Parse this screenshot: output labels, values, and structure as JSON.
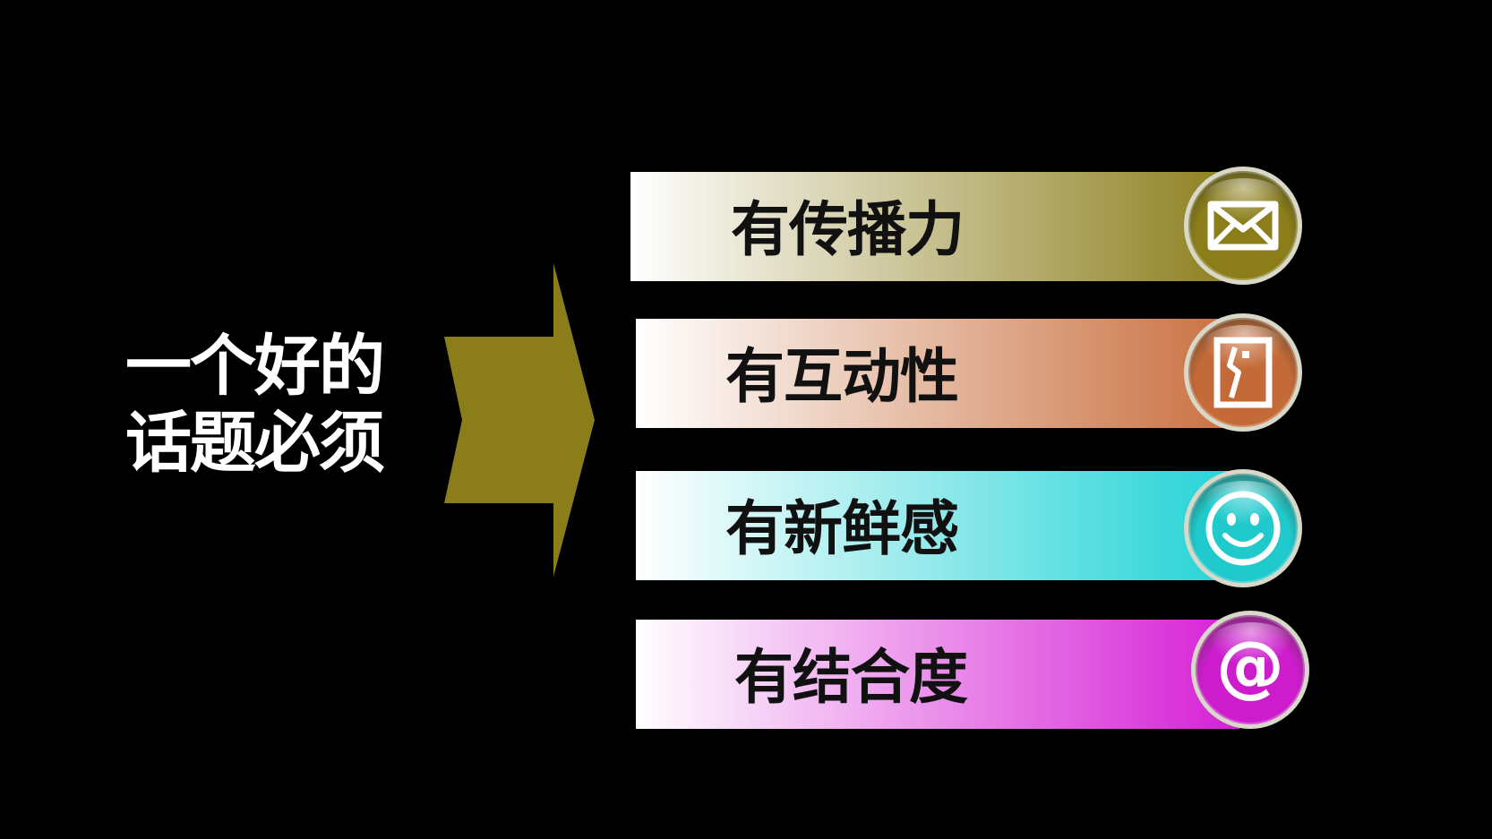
{
  "headline": {
    "line1": "一个好的",
    "line2": "话题必须"
  },
  "items": [
    {
      "label": "有传播力",
      "icon": "envelope-icon",
      "color": "#8c7f1e",
      "badge_color": "#8a7d1a"
    },
    {
      "label": "有互动性",
      "icon": "door-icon",
      "color": "#c96f3e",
      "badge_color": "#c46a38"
    },
    {
      "label": "有新鲜感",
      "icon": "smiley-icon",
      "color": "#22d3d6",
      "badge_color": "#1fc9cc"
    },
    {
      "label": "有结合度",
      "icon": "at-sign-icon",
      "color": "#d61fd6",
      "badge_color": "#cc1ccc"
    }
  ],
  "colors": {
    "background": "#000000",
    "arrow": "#8a7d1a",
    "headline_text": "#ffffff"
  }
}
